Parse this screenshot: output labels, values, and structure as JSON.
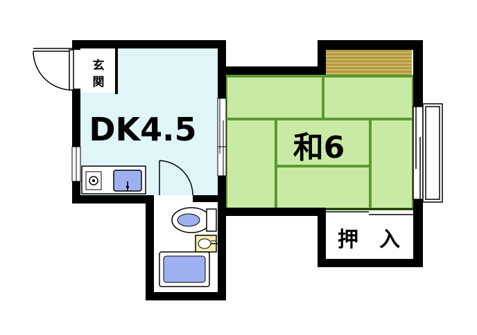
{
  "rooms": {
    "entrance": {
      "label_line1": "玄",
      "label_line2": "関"
    },
    "dk": {
      "label": "DK4.5"
    },
    "washitsu": {
      "label": "和6"
    },
    "closet": {
      "label": "押　入"
    }
  },
  "colors": {
    "wall": "#000000",
    "floor_dk": "#dff5f8",
    "tatami": "#c9eaa4",
    "tatami_border": "#5a9a2e",
    "shelf": "#b49a3c",
    "fixture_blue": "#9fb0f0",
    "fixture_yellow": "#f5f0b0"
  }
}
